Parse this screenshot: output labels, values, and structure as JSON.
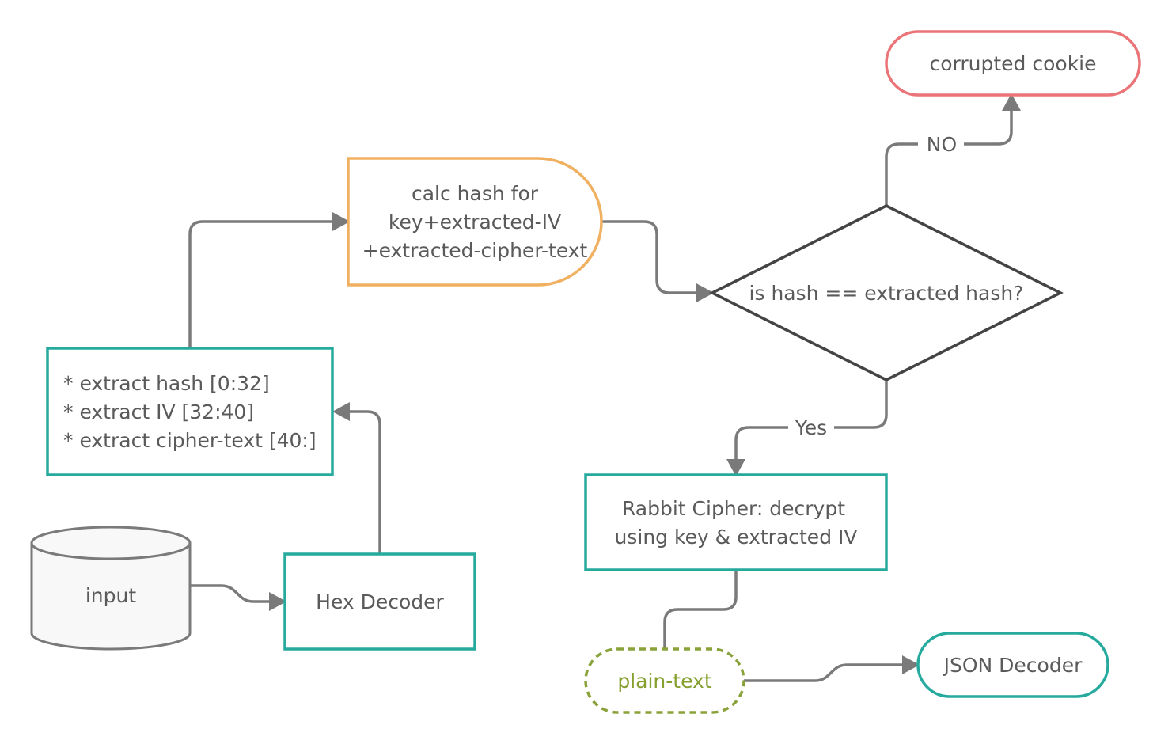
{
  "nodes": {
    "input": {
      "label": "input"
    },
    "hex_decoder": {
      "label": "Hex Decoder"
    },
    "extract": {
      "lines": [
        "* extract hash [0:32]",
        "* extract IV [32:40]",
        "* extract cipher-text [40:]"
      ]
    },
    "calc_hash": {
      "lines": [
        "calc hash for",
        "key+extracted-IV",
        "+extracted-cipher-text"
      ]
    },
    "decision": {
      "label": "is hash == extracted hash?"
    },
    "corrupted": {
      "label": "corrupted cookie"
    },
    "rabbit": {
      "lines": [
        "Rabbit Cipher: decrypt",
        "using key & extracted IV"
      ]
    },
    "plaintext": {
      "label": "plain-text"
    },
    "json_decoder": {
      "label": "JSON Decoder"
    }
  },
  "edge_labels": {
    "no": "NO",
    "yes": "Yes"
  },
  "colors": {
    "teal": "#26aa9e",
    "orange": "#f0b060",
    "red": "#ea7478",
    "olive": "#8aa23a",
    "dark": "#444444",
    "connector": "#7a7a7a",
    "text": "#5a5a5a",
    "plaintext_text": "#86a030"
  }
}
